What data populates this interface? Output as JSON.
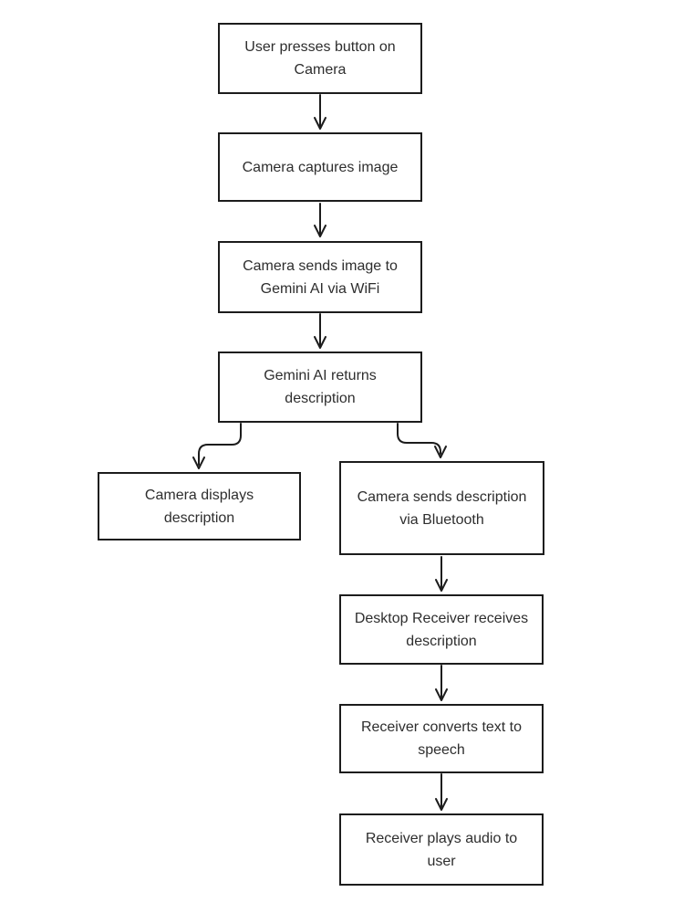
{
  "theme": {
    "bg": "#ffffff",
    "node_bg": "#ffffff",
    "ink": "#1c1c1c",
    "text": "#2e2e2e"
  },
  "diagram": {
    "type": "flowchart",
    "nodes": [
      {
        "id": "user_presses_button",
        "label": "User presses button on\nCamera"
      },
      {
        "id": "camera_captures_image",
        "label": "Camera captures image"
      },
      {
        "id": "camera_sends_image",
        "label": "Camera sends image to\nGemini AI via WiFi"
      },
      {
        "id": "gemini_returns_description",
        "label": "Gemini AI returns\ndescription"
      },
      {
        "id": "camera_displays_description",
        "label": "Camera displays\ndescription"
      },
      {
        "id": "camera_sends_description",
        "label": "Camera sends description\nvia Bluetooth"
      },
      {
        "id": "desktop_receiver_receives",
        "label": "Desktop Receiver receives\ndescription"
      },
      {
        "id": "receiver_converts_tts",
        "label": "Receiver converts text to\nspeech"
      },
      {
        "id": "receiver_plays_audio",
        "label": "Receiver plays audio to\nuser"
      }
    ],
    "edges": [
      {
        "from": "user_presses_button",
        "to": "camera_captures_image"
      },
      {
        "from": "camera_captures_image",
        "to": "camera_sends_image"
      },
      {
        "from": "camera_sends_image",
        "to": "gemini_returns_description"
      },
      {
        "from": "gemini_returns_description",
        "to": "camera_displays_description"
      },
      {
        "from": "gemini_returns_description",
        "to": "camera_sends_description"
      },
      {
        "from": "camera_sends_description",
        "to": "desktop_receiver_receives"
      },
      {
        "from": "desktop_receiver_receives",
        "to": "receiver_converts_tts"
      },
      {
        "from": "receiver_converts_tts",
        "to": "receiver_plays_audio"
      }
    ]
  }
}
